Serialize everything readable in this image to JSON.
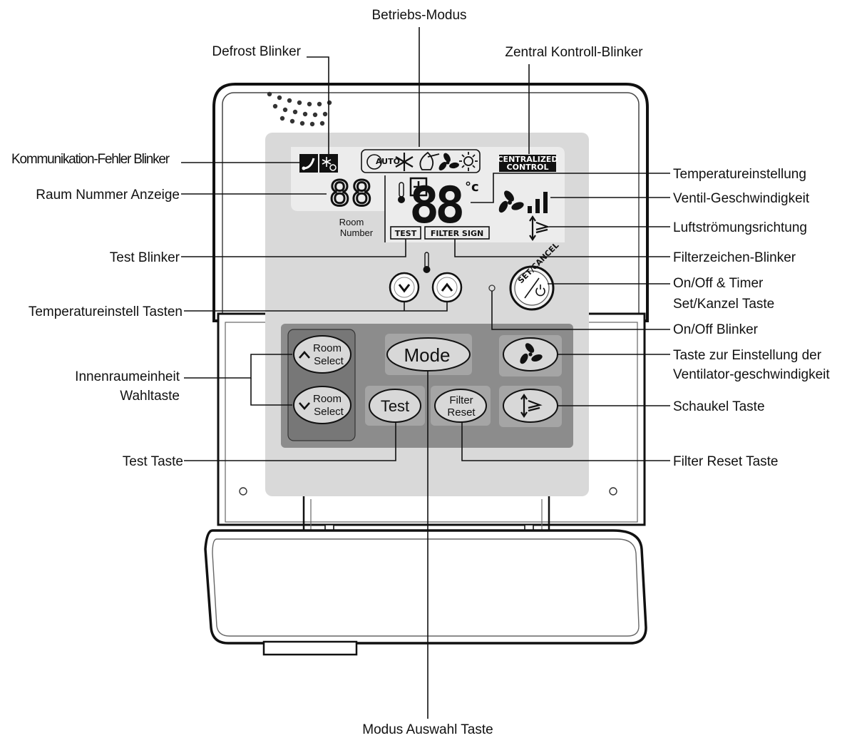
{
  "labels": {
    "betriebs_modus": "Betriebs-Modus",
    "defrost_blinker": "Defrost Blinker",
    "zentral_kontroll_blinker": "Zentral Kontroll-Blinker",
    "kommunikation_fehler_blinker": "Kommunikation-Fehler Blinker",
    "raum_nummer_anzeige": "Raum Nummer Anzeige",
    "temperatureinstellung": "Temperatureinstellung",
    "ventil_geschwindigkeit": "Ventil-Geschwindigkeit",
    "luftstroemungsrichtung": "Luftströmungsrichtung",
    "test_blinker": "Test Blinker",
    "filterzeichen_blinker": "Filterzeichen-Blinker",
    "onoff_timer_line1": "On/Off & Timer",
    "onoff_timer_line2": "Set/Kanzel Taste",
    "temperatureinstell_tasten": "Temperatureinstell Tasten",
    "onoff_blinker": "On/Off Blinker",
    "innenraumeinheit_line1": "Innenraumeinheit",
    "innenraumeinheit_line2": "Wahltaste",
    "ventilator_line1": "Taste zur Einstellung der",
    "ventilator_line2": "Ventilator-geschwindigkeit",
    "schaukel_taste": "Schaukel Taste",
    "test_taste": "Test Taste",
    "filter_reset_taste": "Filter Reset Taste",
    "modus_auswahl_taste": "Modus Auswahl Taste"
  },
  "lcd": {
    "room_digits": "88",
    "room_number_line1": "Room",
    "room_number_line2": "Number",
    "temp_digits": "88",
    "temp_unit": "°c",
    "auto_label": "AUTO",
    "centralized_line1": "CENTRALIZED",
    "centralized_line2": "CONTROL",
    "test_label": "TEST",
    "filter_sign_label": "FILTER SIGN"
  },
  "buttons": {
    "mode": "Mode",
    "test": "Test",
    "filter_line1": "Filter",
    "filter_line2": "Reset",
    "room_line1": "Room",
    "room_line2": "Select",
    "timer_label": "SET/CANCEL"
  },
  "icons": {
    "communication_error": "phone-icon",
    "defrost": "snowflake-icon",
    "temperature": "thermometer-icon",
    "fan_speed": "fan-icon",
    "airflow": "swing-icon",
    "power": "power-icon"
  }
}
